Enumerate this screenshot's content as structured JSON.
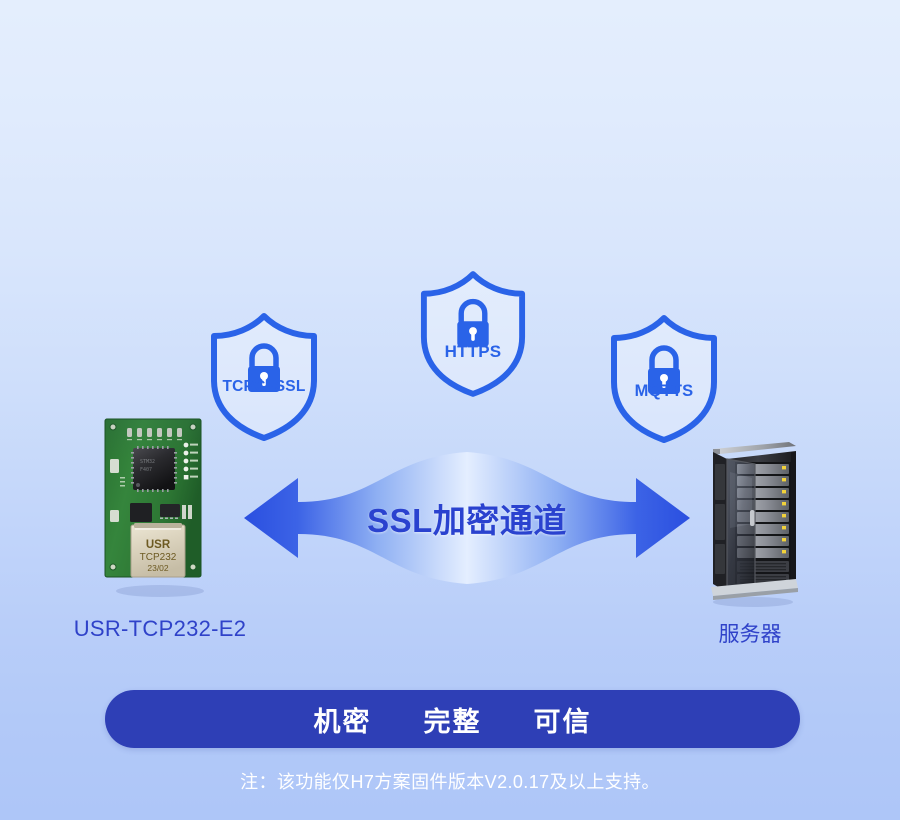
{
  "background": {
    "gradient_top": "#e4eefd",
    "gradient_bottom": "#aec6f8"
  },
  "shields": [
    {
      "id": "tcpc-ssl",
      "label": "TCPC+SSL",
      "icon": "padlock-icon",
      "color": "#2a63e8"
    },
    {
      "id": "https",
      "label": "HTTPS",
      "icon": "padlock-icon",
      "color": "#2a63e8"
    },
    {
      "id": "mqtts",
      "label": "MQTTS",
      "icon": "padlock-icon",
      "color": "#2a63e8"
    }
  ],
  "channel": {
    "text": "SSL加密通道",
    "text_color": "#2a42cf",
    "arrow_icon": "double-arrow-icon",
    "arrow_color_end": "#2a52e0",
    "arrow_color_center": "#e8f0ff"
  },
  "device": {
    "label": "USR-TCP232-E2",
    "label_color": "#2f42c9",
    "connector_lines": [
      "USR",
      "TCP232",
      "23/02"
    ],
    "board_color": "#2f7a33"
  },
  "server": {
    "label": "服务器",
    "label_color": "#2f42c9",
    "icon": "server-rack-icon"
  },
  "banner": {
    "background": "#2e3fb6",
    "features": [
      "机密",
      "完整",
      "可信"
    ]
  },
  "footnote": {
    "text": "注：该功能仅H7方案固件版本V2.0.17及以上支持。",
    "color": "#ffffff"
  }
}
